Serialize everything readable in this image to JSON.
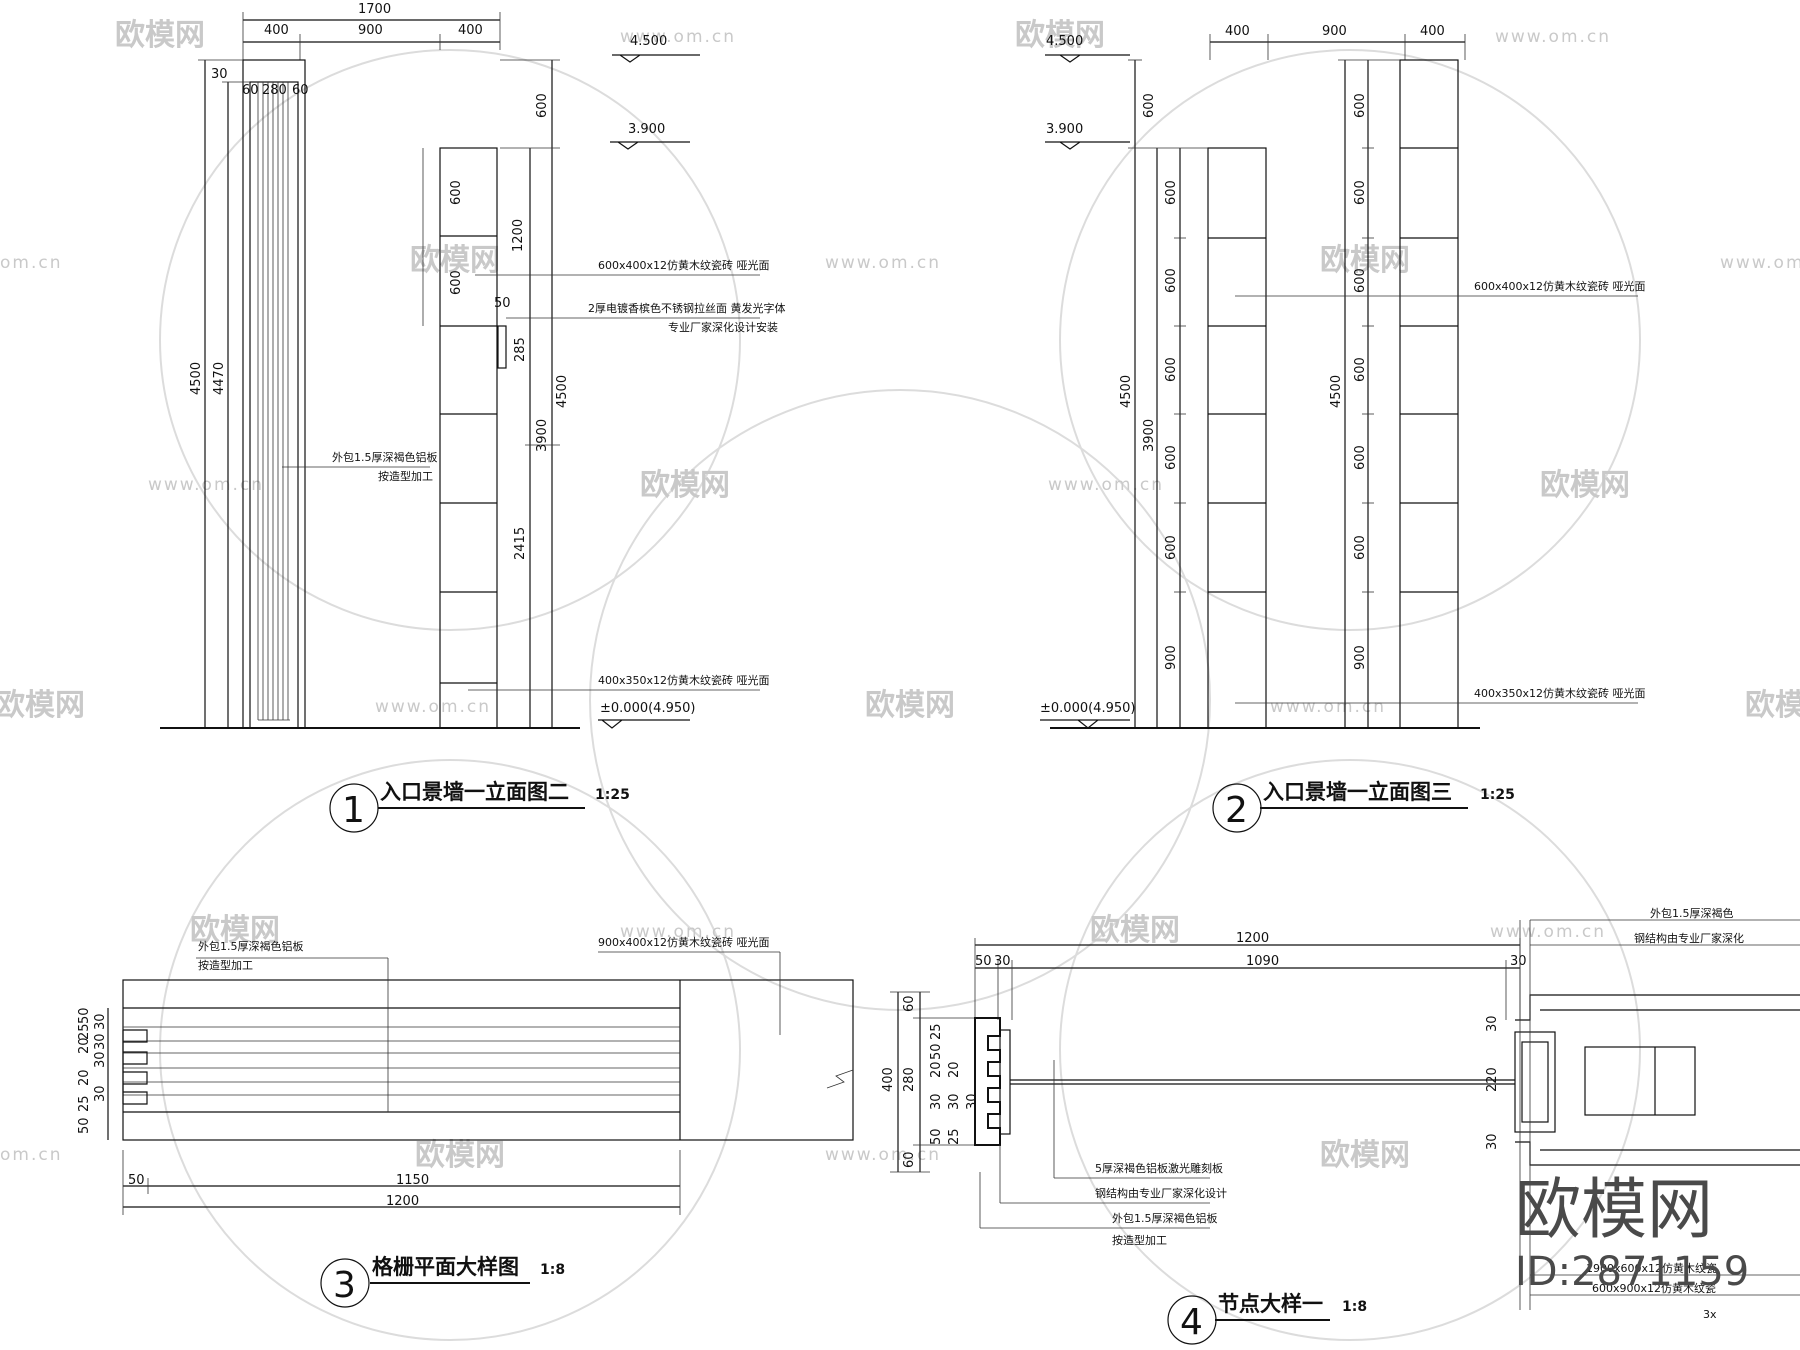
{
  "watermark": {
    "brand": "欧模网",
    "url": "www.om.cn",
    "url_short": "om.cn",
    "id_label": "ID:2871159"
  },
  "drawing1": {
    "number": "1",
    "title": "入口景墙一立面图二",
    "scale": "1:25",
    "dims_top": [
      "1700",
      "400",
      "900",
      "400"
    ],
    "dims_small": [
      "30",
      "60",
      "280",
      "60"
    ],
    "dims_left": [
      "4500",
      "4470"
    ],
    "dims_panel": [
      "600",
      "600",
      "1200",
      "50",
      "285"
    ],
    "dims_right": [
      "600",
      "3900",
      "2415",
      "4500"
    ],
    "levels": [
      "4.500",
      "3.900",
      "±0.000(4.950)"
    ],
    "notes": [
      "600x400x12仿黄木纹瓷砖  哑光面",
      "2厚电镀香槟色不锈钢拉丝面  黄发光字体",
      "专业厂家深化设计安装",
      "外包1.5厚深褐色铝板",
      "按造型加工",
      "400x350x12仿黄木纹瓷砖  哑光面"
    ]
  },
  "drawing2": {
    "number": "2",
    "title": "入口景墙一立面图三",
    "scale": "1:25",
    "dims_top": [
      "400",
      "900",
      "400"
    ],
    "dims_left": [
      "600",
      "4500",
      "3900"
    ],
    "dims_tiles": [
      "600",
      "600",
      "600",
      "600",
      "600",
      "900"
    ],
    "dims_mid": [
      "600",
      "4500",
      "600",
      "600",
      "600",
      "600",
      "600",
      "900"
    ],
    "levels": [
      "4.500",
      "3.900",
      "±0.000(4.950)"
    ],
    "notes": [
      "600x400x12仿黄木纹瓷砖  哑光面",
      "400x350x12仿黄木纹瓷砖  哑光面"
    ]
  },
  "drawing3": {
    "number": "3",
    "title": "格栅平面大样图",
    "scale": "1:8",
    "notes": [
      "外包1.5厚深褐色铝板",
      "按造型加工",
      "900x400x12仿黄木纹瓷砖  哑光面"
    ],
    "dims_side": [
      "50",
      "25",
      "20",
      "30",
      "30",
      "20",
      "25",
      "50"
    ],
    "dims_side2": [
      "30",
      "30"
    ],
    "dims_bottom": [
      "50",
      "1150",
      "1200"
    ]
  },
  "drawing4": {
    "number": "4",
    "title": "节点大样一",
    "scale": "1:8",
    "dims_top": [
      "1200",
      "50",
      "30",
      "1090",
      "30"
    ],
    "dims_left": [
      "60",
      "400",
      "280",
      "60"
    ],
    "dims_inner": [
      "25",
      "50",
      "20",
      "20",
      "30",
      "30",
      "30",
      "50",
      "25"
    ],
    "dims_right": [
      "30",
      "220",
      "30"
    ],
    "notes": [
      "5厚深褐色铝板激光雕刻板",
      "钢结构由专业厂家深化设计",
      "外包1.5厚深褐色铝板",
      "按造型加工",
      "外包1.5厚深褐色",
      "钢结构由专业厂家深化",
      "1900x600x12仿黄木纹瓷",
      "600x900x12仿黄木纹瓷",
      "3x"
    ]
  }
}
